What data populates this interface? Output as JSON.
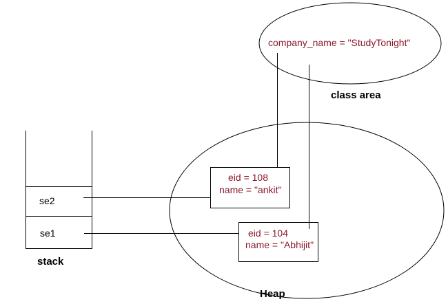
{
  "class_area": {
    "label": "class area",
    "field": "company_name = \"StudyTonight\""
  },
  "heap": {
    "label": "Heap",
    "objects": [
      {
        "eid": "eid = 108",
        "name": "name = \"ankit\""
      },
      {
        "eid": "eid = 104",
        "name": "name = \"Abhijit\""
      }
    ]
  },
  "stack": {
    "label": "stack",
    "slots": [
      "se2",
      "se1"
    ]
  },
  "colors": {
    "code_text": "#8b1a2b",
    "lines": "#000000"
  }
}
